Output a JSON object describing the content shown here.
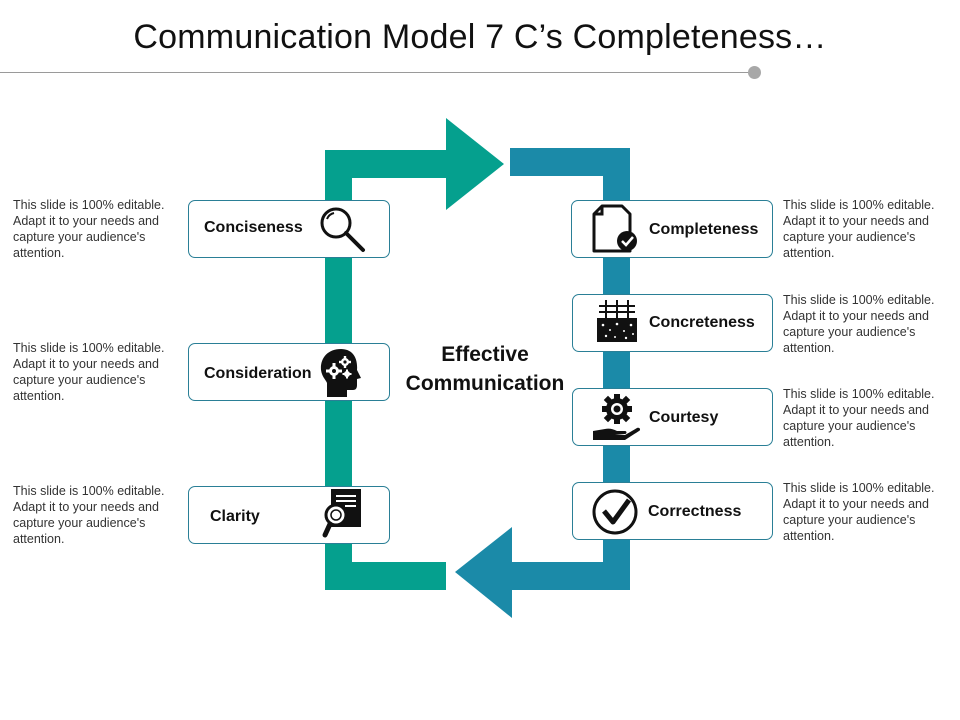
{
  "slide": {
    "title": "Communication Model 7 C’s Completeness…",
    "center_label_line1": "Effective",
    "center_label_line2": "Communication"
  },
  "colors": {
    "teal": "#05a08e",
    "blue": "#1b8aa8",
    "box_border": "#2a7f96"
  },
  "left_items": [
    {
      "label": "Conciseness",
      "icon": "magnifier-icon",
      "description": "This slide is 100% editable. Adapt it to your needs and capture your audience's attention."
    },
    {
      "label": "Consideration",
      "icon": "head-gears-icon",
      "description": "This slide is 100% editable. Adapt it to your needs and capture your audience's attention."
    },
    {
      "label": "Clarity",
      "icon": "document-search-icon",
      "description": "This slide is 100% editable. Adapt it to your needs and capture your audience's attention."
    }
  ],
  "right_items": [
    {
      "label": "Completeness",
      "icon": "document-check-icon",
      "description": "This slide is 100% editable. Adapt it to your needs and capture your audience's attention."
    },
    {
      "label": "Concreteness",
      "icon": "concrete-wall-icon",
      "description": "This slide is 100% editable. Adapt it to your needs and capture your audience's attention."
    },
    {
      "label": "Courtesy",
      "icon": "hand-gear-icon",
      "description": "This slide is 100% editable. Adapt it to your needs and capture your audience's attention."
    },
    {
      "label": "Correctness",
      "icon": "check-circle-icon",
      "description": "This slide is 100% editable. Adapt it to your needs and capture your audience's attention."
    }
  ]
}
